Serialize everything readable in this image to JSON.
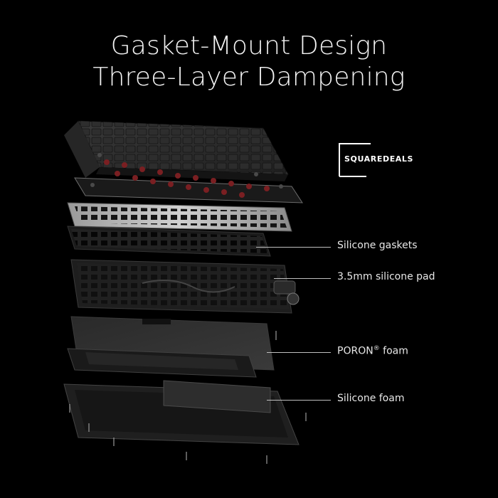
{
  "header": {
    "title_line1": "Gasket-Mount Design",
    "title_line2": "Three-Layer Dampening"
  },
  "watermark": {
    "text": "SQUAREDEALS"
  },
  "callouts": [
    {
      "label": "Silicone gaskets"
    },
    {
      "label": "3.5mm silicone pad"
    },
    {
      "label_prefix": "PORON",
      "label_sup": "®",
      "label_suffix": " foam"
    },
    {
      "label": "Silicone foam"
    }
  ],
  "colors": {
    "background": "#000000",
    "text": "#f2f2f2",
    "switch_stem": "#7a1f22",
    "plate": "#b8b8b8",
    "pcb": "#1e1e1e"
  }
}
